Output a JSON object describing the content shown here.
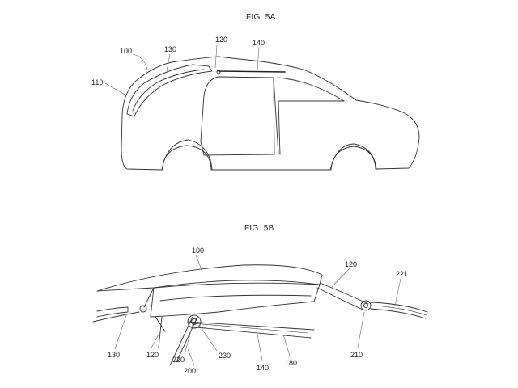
{
  "figures": [
    {
      "title": "FIG. 5A",
      "labels": [
        "100",
        "130",
        "120",
        "140",
        "110"
      ]
    },
    {
      "title": "FIG. 5B",
      "labels": [
        "100",
        "120",
        "221",
        "130",
        "120",
        "220",
        "200",
        "230",
        "140",
        "180",
        "210"
      ]
    }
  ]
}
